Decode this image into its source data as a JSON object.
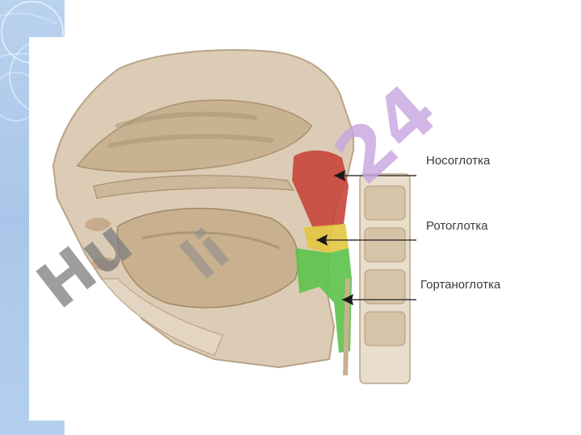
{
  "labels": {
    "nasopharynx": "Носоглотка",
    "oropharynx": "Ротоглотка",
    "laryngopharynx": "Гортаноглотка"
  },
  "watermark": {
    "left": "Hu",
    "middle": "li",
    "right": "24"
  },
  "colors": {
    "nasopharynx": "#c8453a",
    "oropharynx": "#e2c640",
    "laryngopharynx": "#5cc24a",
    "anatomy": "#d9c9b4",
    "band": "#b3cdee"
  }
}
